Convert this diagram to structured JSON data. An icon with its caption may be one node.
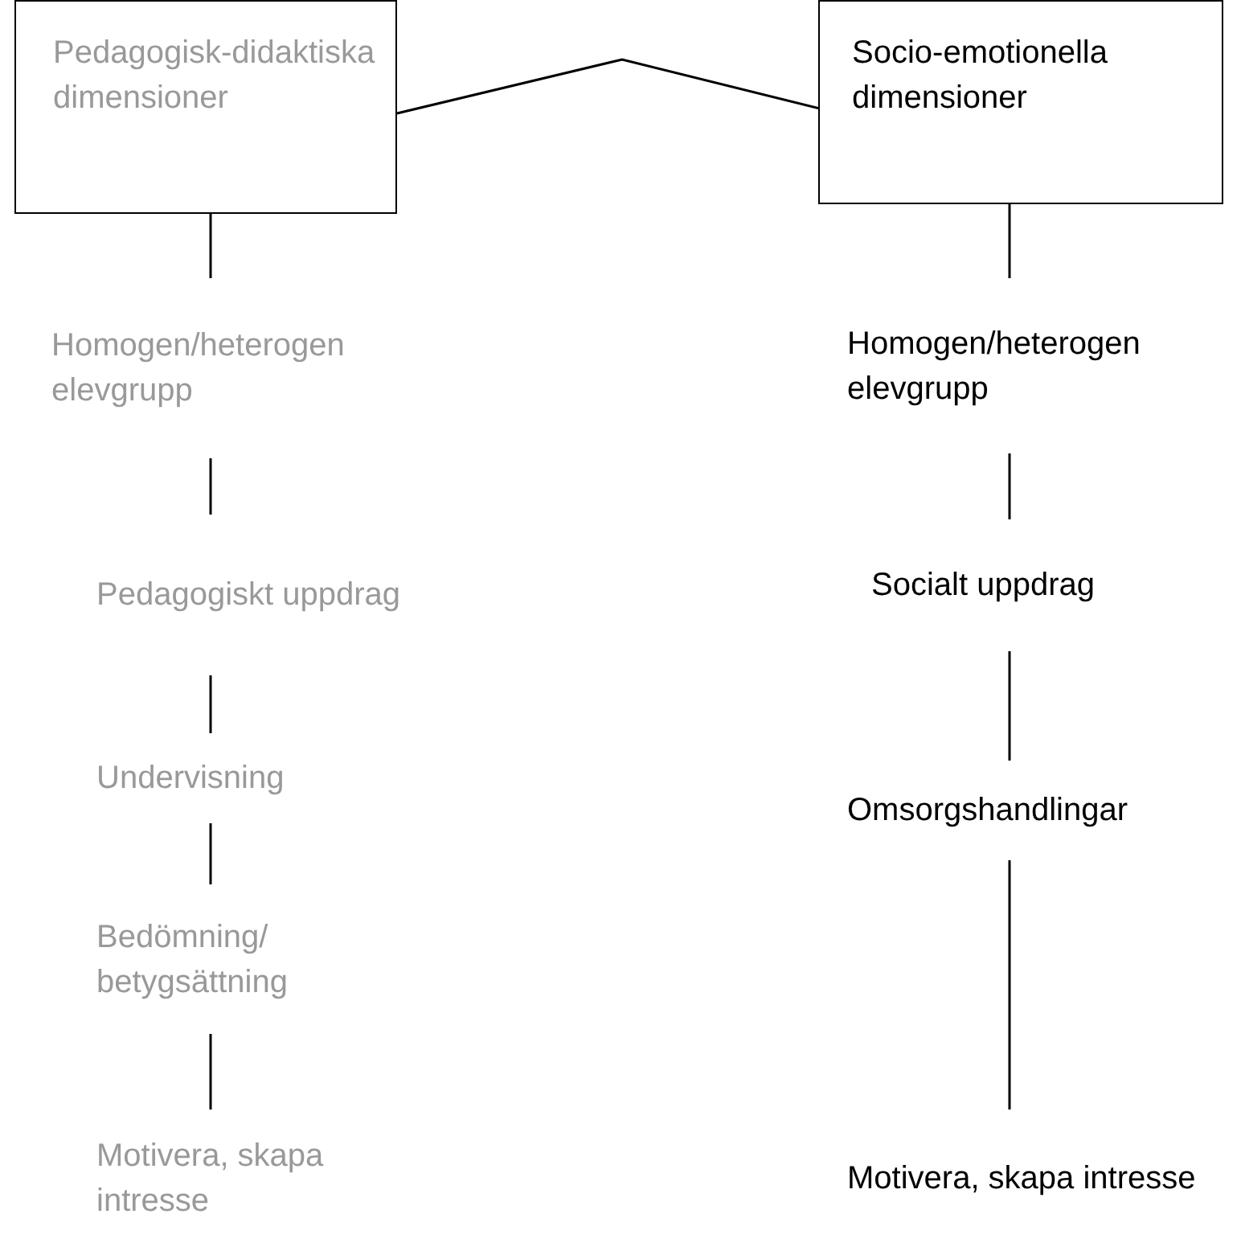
{
  "diagram": {
    "nodes": [
      {
        "text": [
          "Pedagogisk-didaktiska dimensioner"
        ]
      },
      {
        "text": [
          "Socio-emotionella dimensioner"
        ]
      },
      {
        "text": [
          "Homogen/heterogen elevgrupp"
        ]
      },
      {
        "text": [
          "Pedagogiskt uppdrag"
        ]
      },
      {
        "text": [
          "Undervisning"
        ]
      },
      {
        "text": [
          "Bedömning/ betygsättning"
        ]
      },
      {
        "text": [
          "Motivera, skapa intresse"
        ]
      },
      {
        "text": [
          "Homogen/heterogen elevgrupp"
        ]
      },
      {
        "text": [
          "Socialt uppdrag"
        ]
      },
      {
        "text": [
          "Omsorgshandlingar"
        ]
      },
      {
        "text": [
          "Motivera, skapa intresse"
        ]
      }
    ],
    "edges": [
      {
        "from": 0,
        "to": 1,
        "arrow": "none"
      },
      {
        "from": 0,
        "to": 2,
        "arrow": "none"
      },
      {
        "from": 2,
        "to": 3,
        "arrow": "none"
      },
      {
        "from": 3,
        "to": 4,
        "arrow": "none"
      },
      {
        "from": 4,
        "to": 5,
        "arrow": "none"
      },
      {
        "from": 5,
        "to": 6,
        "arrow": "none"
      },
      {
        "from": 1,
        "to": 7,
        "arrow": "none"
      },
      {
        "from": 7,
        "to": 8,
        "arrow": "none"
      },
      {
        "from": 8,
        "to": 9,
        "arrow": "none"
      },
      {
        "from": 9,
        "to": 10,
        "arrow": "none"
      }
    ]
  }
}
